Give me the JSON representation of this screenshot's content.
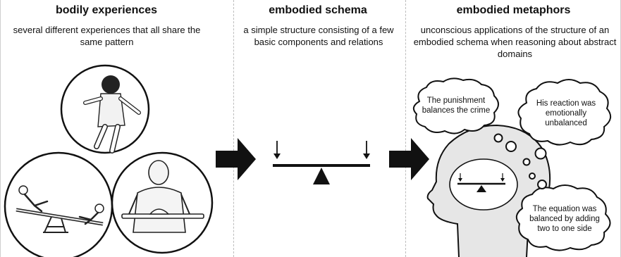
{
  "columns": [
    {
      "heading": "bodily experiences",
      "description": "several different experiences that all share the same pattern"
    },
    {
      "heading": "embodied schema",
      "description": "a simple structure consisting of a few basic components and relations"
    },
    {
      "heading": "embodied metaphors",
      "description": "unconscious applications of the structure of an embodied schema when reasoning about abstract domains"
    }
  ],
  "thought_bubbles": [
    "The punishment balances the crime",
    "His reaction was emotionally unbalanced",
    "The equation was balanced by adding two to one side"
  ]
}
